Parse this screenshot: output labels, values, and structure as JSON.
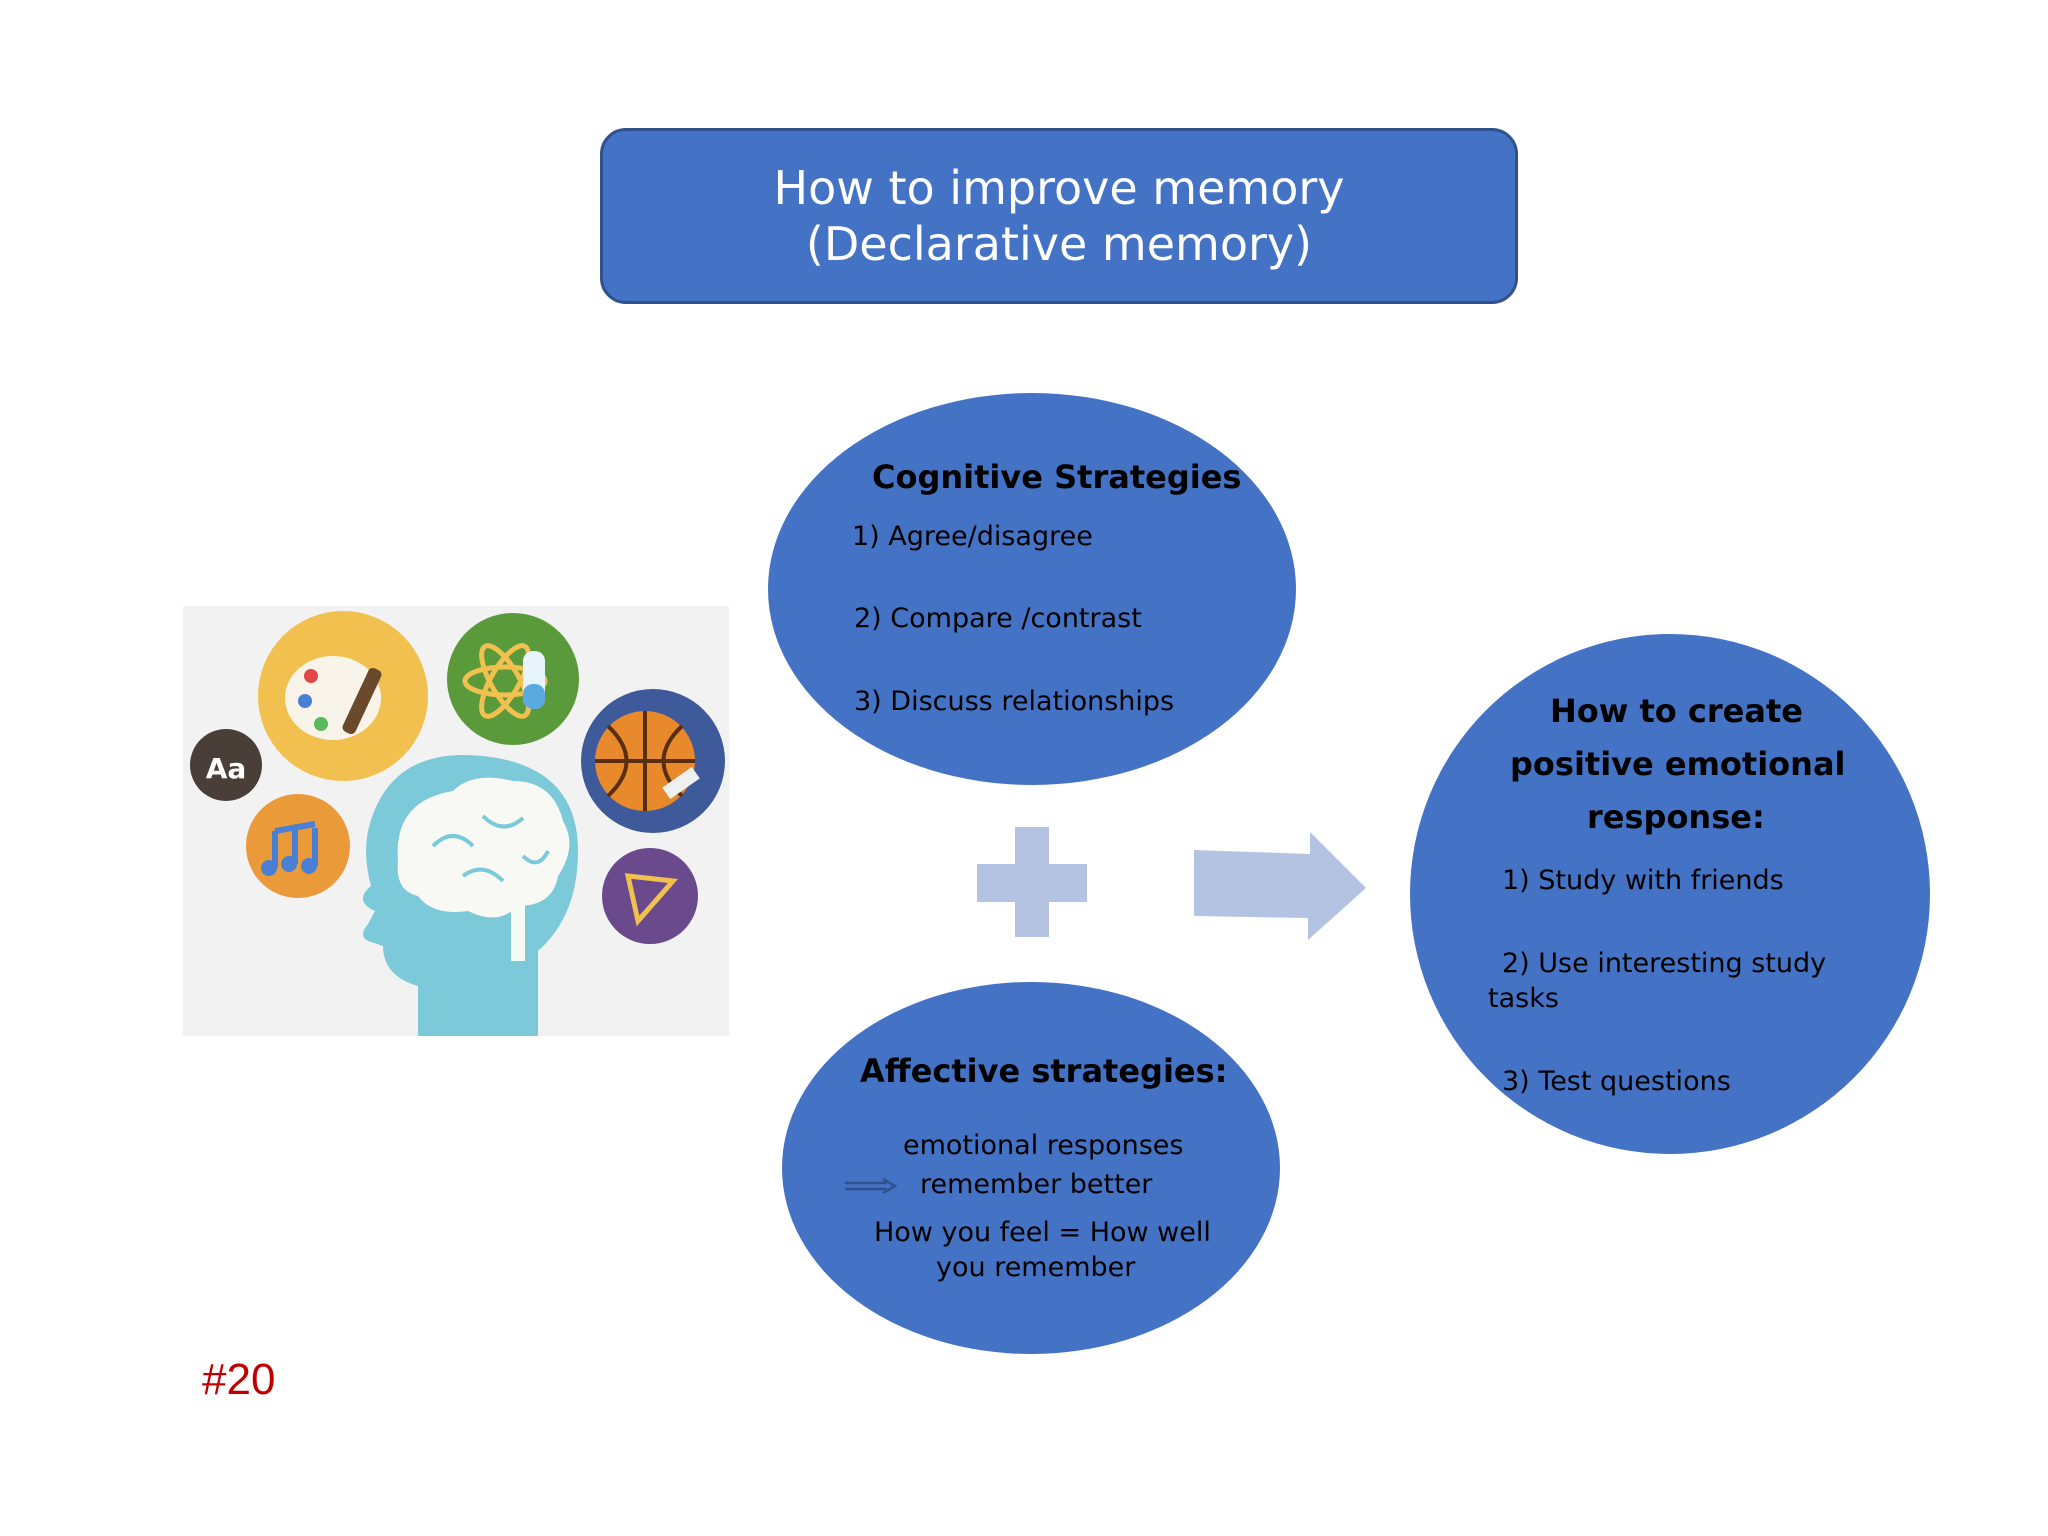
{
  "title": {
    "line1": "How to improve memory",
    "line2": "(Declarative memory)"
  },
  "cognitive": {
    "heading": "Cognitive Strategies",
    "items": [
      "1) Agree/disagree",
      "2) Compare /contrast",
      "3) Discuss relationships"
    ]
  },
  "affective": {
    "heading": "Affective strategies:",
    "line1": "emotional responses",
    "line2": "remember better",
    "line3": "How you feel = How well",
    "line4": "you remember"
  },
  "emotional": {
    "heading_lines": [
      "How to create",
      "positive emotional",
      "response:"
    ],
    "items": [
      "1) Study with friends",
      "2) Use interesting  study",
      "tasks",
      "3) Test questions"
    ]
  },
  "illustration": {
    "badge_text": "Aa"
  },
  "page_number": "#20",
  "colors": {
    "box_fill": "#4472c4",
    "box_border": "#2f528f",
    "connector": "#b4c3e1",
    "page_number": "#c00000"
  }
}
